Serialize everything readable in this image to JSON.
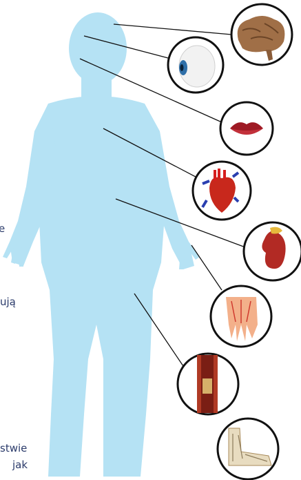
{
  "text_fragments": {
    "f1": "e",
    "f2": "ują",
    "f3": "stwie",
    "f4": "jak"
  },
  "colors": {
    "silhouette": "#b5e2f4",
    "leader_line": "#111111",
    "circle_outline": "#111111"
  },
  "organs": [
    {
      "icon": "brain-icon"
    },
    {
      "icon": "eye-icon"
    },
    {
      "icon": "lips-icon"
    },
    {
      "icon": "heart-icon"
    },
    {
      "icon": "kidney-icon"
    },
    {
      "icon": "hand-icon"
    },
    {
      "icon": "blood-vessel-icon"
    },
    {
      "icon": "foot-icon"
    }
  ]
}
